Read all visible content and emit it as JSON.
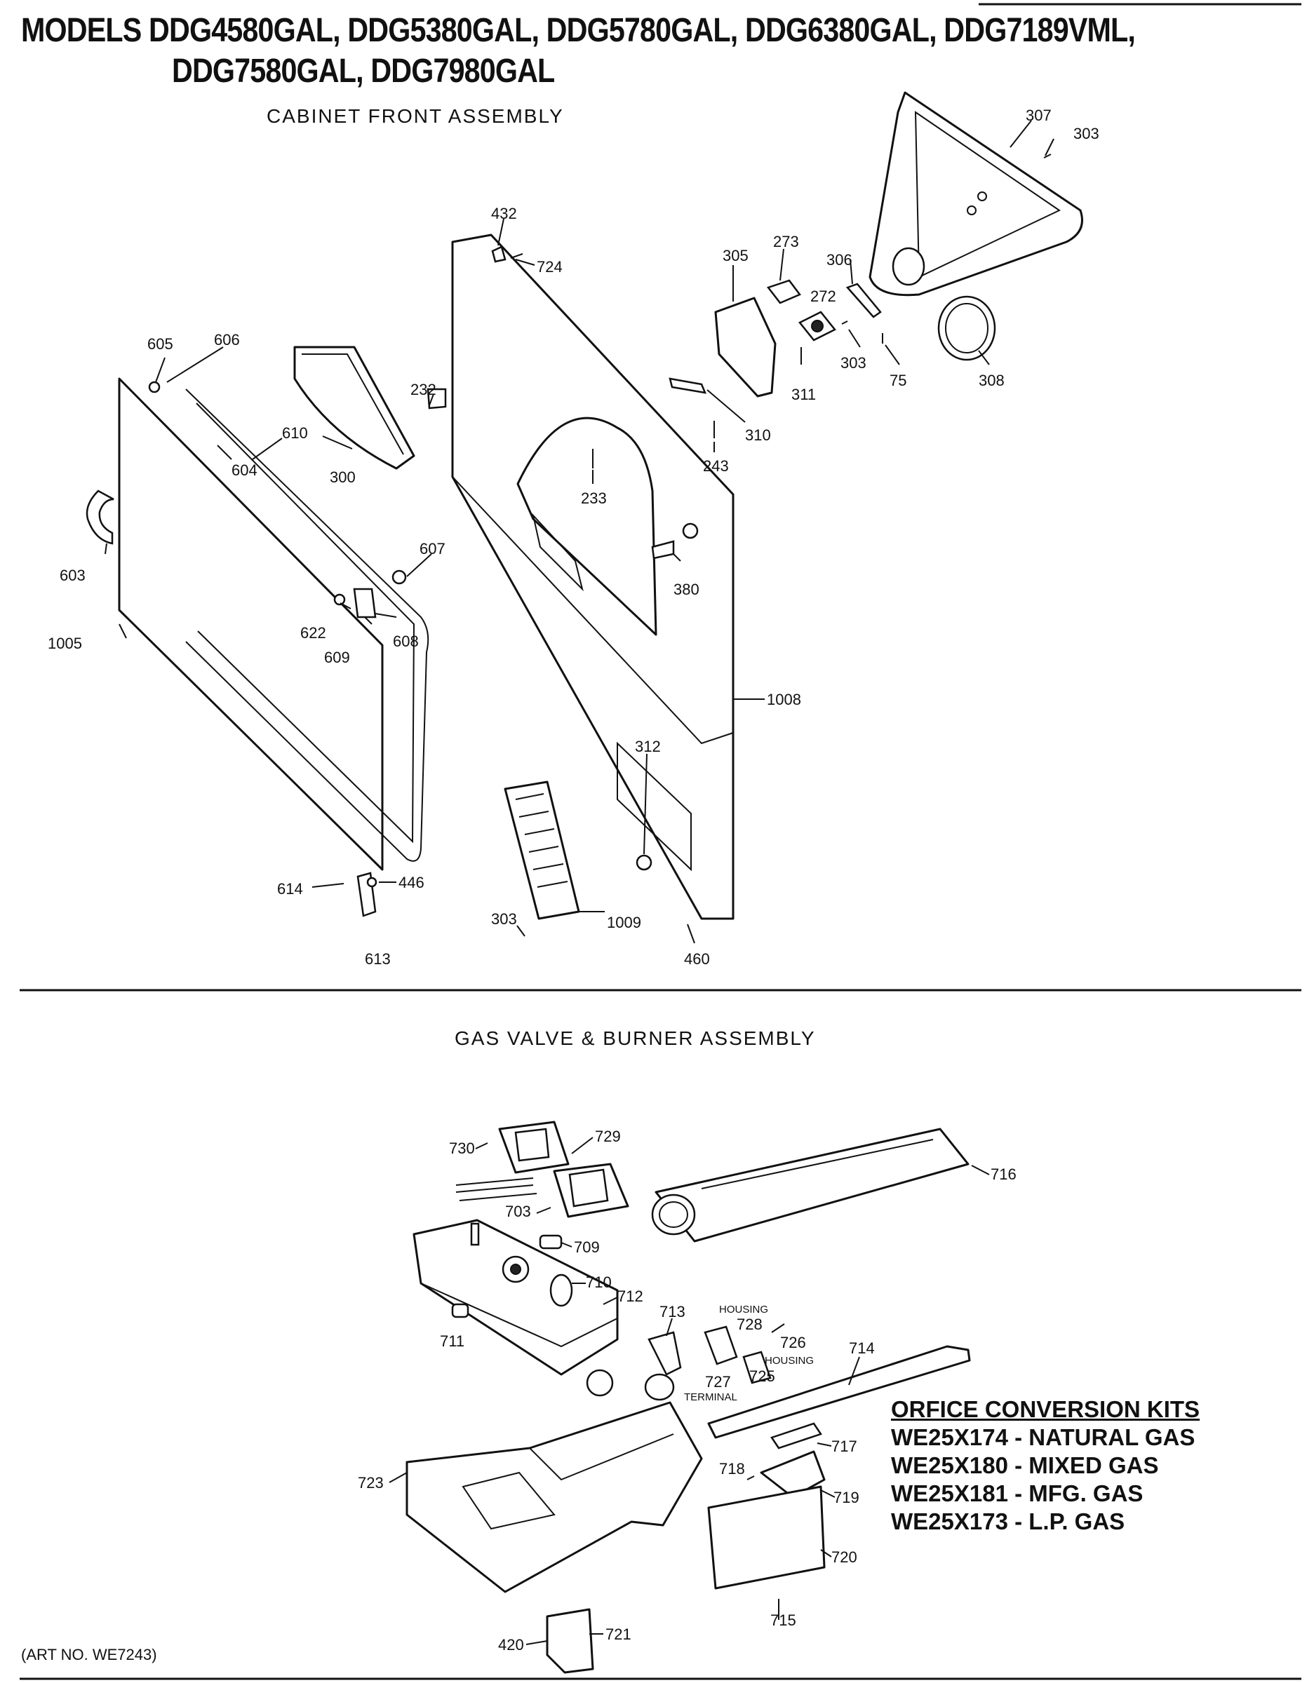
{
  "header": {
    "line1": "MODELS DDG4580GAL, DDG5380GAL,  DDG5780GAL, DDG6380GAL, DDG7189VML,",
    "line2": "DDG7580GAL, DDG7980GAL"
  },
  "sections": {
    "cabinet": "CABINET FRONT ASSEMBLY",
    "gas": "GAS VALVE & BURNER ASSEMBLY"
  },
  "cabinet_parts": {
    "p307": "307",
    "p303a": "303",
    "p432": "432",
    "p724": "724",
    "p305": "305",
    "p273": "273",
    "p306": "306",
    "p272": "272",
    "p303b": "303",
    "p75": "75",
    "p308": "308",
    "p311": "311",
    "p605": "605",
    "p606": "606",
    "p232": "232",
    "p310": "310",
    "p610": "610",
    "p604": "604",
    "p300": "300",
    "p243": "243",
    "p233": "233",
    "p607": "607",
    "p380": "380",
    "p603": "603",
    "p622": "622",
    "p608": "608",
    "p609": "609",
    "p1005": "1005",
    "p1008": "1008",
    "p312": "312",
    "p614": "614",
    "p446": "446",
    "p303c": "303",
    "p1009": "1009",
    "p613": "613",
    "p460": "460"
  },
  "gas_parts": {
    "p730": "730",
    "p729": "729",
    "p716": "716",
    "p703": "703",
    "p709": "709",
    "p710": "710",
    "p712": "712",
    "p713": "713",
    "housing_a": "HOUSING",
    "p728": "728",
    "p726": "726",
    "housing_b": "HOUSING",
    "p714": "714",
    "p711": "711",
    "p727": "727",
    "p725": "725",
    "terminal": "TERMINAL",
    "p717": "717",
    "p718": "718",
    "p723": "723",
    "p719": "719",
    "p720": "720",
    "p715": "715",
    "p721": "721",
    "p420": "420"
  },
  "kits": {
    "heading": "ORFICE CONVERSION KITS",
    "items": [
      "WE25X174 - NATURAL GAS",
      "WE25X180 - MIXED GAS",
      "WE25X181 - MFG. GAS",
      "WE25X173 - L.P. GAS"
    ]
  },
  "footer": {
    "art_no": "(ART NO. WE7243)"
  }
}
